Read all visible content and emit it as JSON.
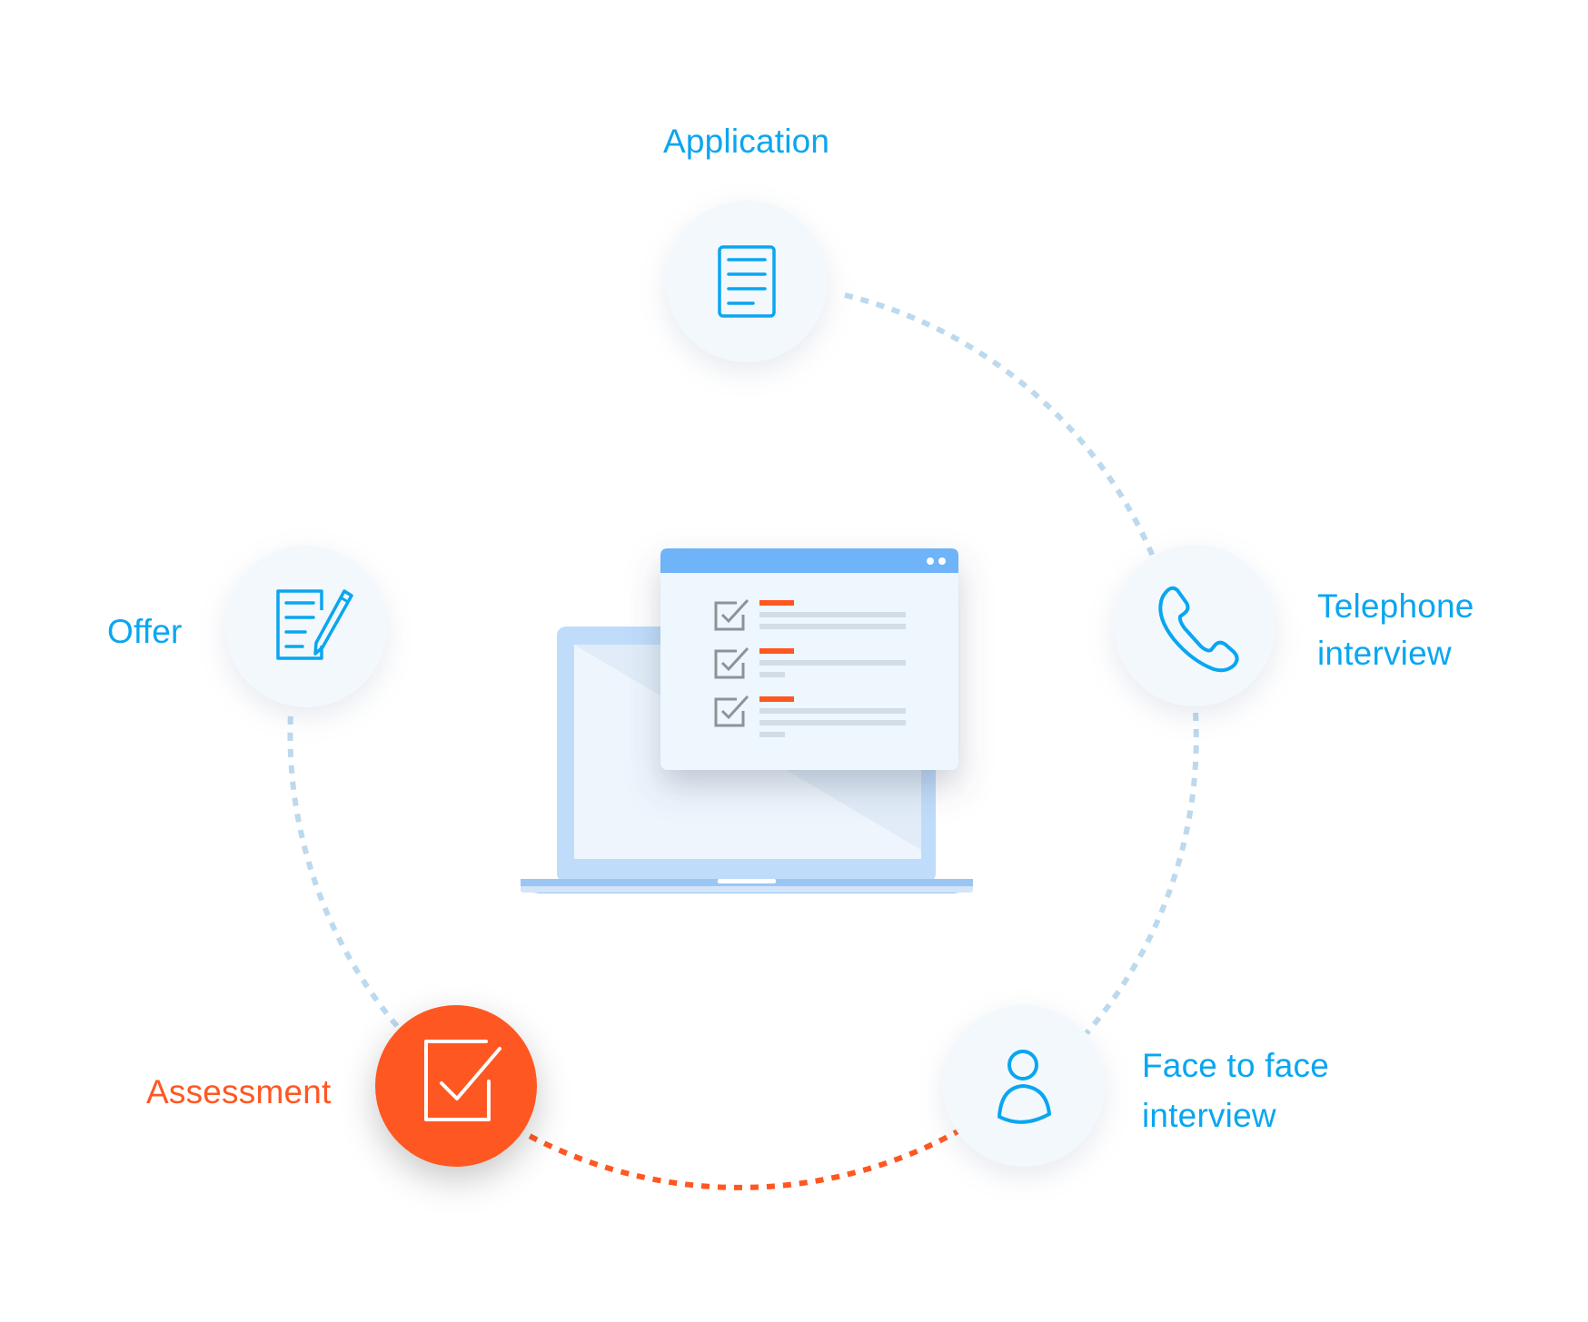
{
  "diagram": {
    "description": "Hiring process cycle",
    "colors": {
      "primary": "#0aa6f0",
      "active": "#ff5722",
      "connector": "#bcd9ee",
      "node_fill": "#f3f8fd",
      "window_titlebar": "#6fb3f8",
      "laptop": "#c0dcfb"
    },
    "steps": [
      {
        "id": "application",
        "label": "Application",
        "icon": "document-icon",
        "active": false
      },
      {
        "id": "telephone",
        "label_lines": [
          "Telephone",
          "interview"
        ],
        "icon": "phone-icon",
        "active": false
      },
      {
        "id": "face",
        "label_lines": [
          "Face to face",
          "interview"
        ],
        "icon": "person-icon",
        "active": false
      },
      {
        "id": "assessment",
        "label": "Assessment",
        "icon": "checkbox-icon",
        "active": true
      },
      {
        "id": "offer",
        "label": "Offer",
        "icon": "contract-pen-icon",
        "active": false
      }
    ],
    "center_illustration": {
      "icon": "laptop-with-checklist-window",
      "checklist_items": 3
    }
  }
}
